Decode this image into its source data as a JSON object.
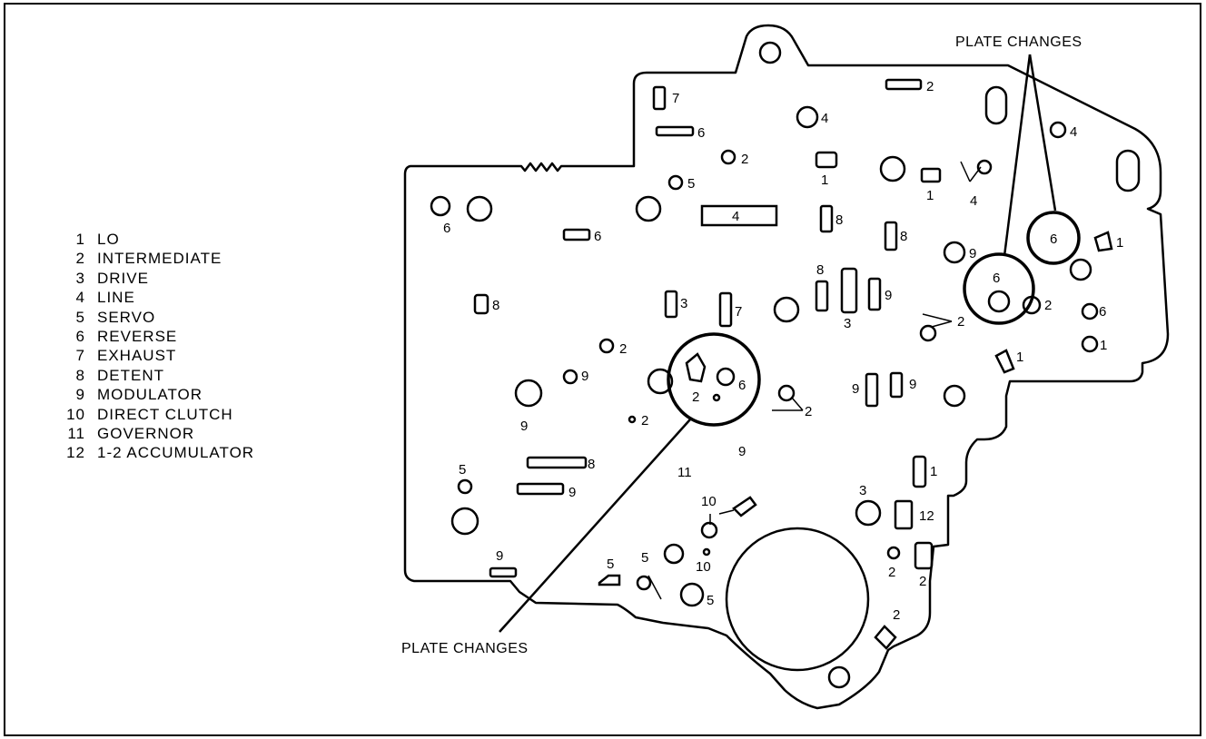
{
  "legend": [
    {
      "num": "1",
      "label": "LO"
    },
    {
      "num": "2",
      "label": "INTERMEDIATE"
    },
    {
      "num": "3",
      "label": "DRIVE"
    },
    {
      "num": "4",
      "label": "LINE"
    },
    {
      "num": "5",
      "label": "SERVO"
    },
    {
      "num": "6",
      "label": "REVERSE"
    },
    {
      "num": "7",
      "label": "EXHAUST"
    },
    {
      "num": "8",
      "label": "DETENT"
    },
    {
      "num": "9",
      "label": "MODULATOR"
    },
    {
      "num": "10",
      "label": "DIRECT CLUTCH"
    },
    {
      "num": "11",
      "label": "GOVERNOR"
    },
    {
      "num": "12",
      "label": "1-2 ACCUMULATOR"
    }
  ],
  "callouts": {
    "top": "PLATE CHANGES",
    "bottom": "PLATE CHANGES"
  },
  "port_labels": {
    "p7a": "7",
    "p6a": "6",
    "p2a": "2",
    "p4a": "4",
    "p2b": "2",
    "p1a": "1",
    "p5a": "5",
    "p1b": "1",
    "p4b": "4",
    "p4c": "4",
    "p6b": "6",
    "p4d": "4",
    "p8a": "8",
    "p6c": "6",
    "p8b": "8",
    "p9a": "9",
    "p6d": "6",
    "p6e": "6",
    "p1c": "1",
    "p8c": "8",
    "p9b": "9",
    "p3a": "3",
    "p3b": "3",
    "p7b": "7",
    "p8d": "8",
    "p2c": "2",
    "p2d": "2",
    "p6f": "6",
    "p1d": "1",
    "p2e": "2",
    "p9c": "9",
    "p2f": "2",
    "p6g": "6",
    "p1e": "1",
    "p2g": "2",
    "p9d": "9",
    "p9e": "9",
    "p2h": "2",
    "p9f": "9",
    "p11": "11",
    "p9g": "9",
    "p1f": "1",
    "p5b": "5",
    "p8e": "8",
    "p9h": "9",
    "p10a": "10",
    "p3c": "3",
    "p12": "12",
    "p9i": "9",
    "p5c": "5",
    "p5d": "5",
    "p10b": "10",
    "p2i": "2",
    "p2j": "2",
    "p5e": "5",
    "p2k": "2"
  }
}
